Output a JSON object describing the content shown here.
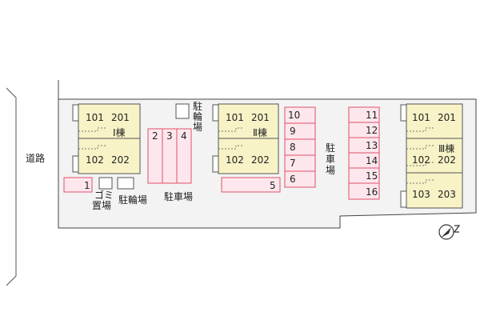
{
  "road_label": "道路",
  "buildings": [
    {
      "name": "Ⅰ棟",
      "rows": [
        {
          "unit_a": "101",
          "unit_b": "201"
        },
        {
          "unit_a": "102",
          "unit_b": "202"
        }
      ]
    },
    {
      "name": "Ⅱ棟",
      "rows": [
        {
          "unit_a": "101",
          "unit_b": "201"
        },
        {
          "unit_a": "102",
          "unit_b": "202"
        }
      ]
    },
    {
      "name": "Ⅲ棟",
      "rows": [
        {
          "unit_a": "101",
          "unit_b": "201"
        },
        {
          "unit_a": "102",
          "unit_b": "202"
        },
        {
          "unit_a": "103",
          "unit_b": "203"
        }
      ]
    }
  ],
  "parking": {
    "label_horizontal": "駐車場",
    "label_vertical": [
      "駐",
      "車",
      "場"
    ],
    "slots": {
      "s1": "1",
      "s2": "2",
      "s3": "3",
      "s4": "4",
      "s5": "5",
      "s6": "6",
      "s7": "7",
      "s8": "8",
      "s9": "9",
      "s10": "10",
      "s11": "11",
      "s12": "12",
      "s13": "13",
      "s14": "14",
      "s15": "15",
      "s16": "16"
    }
  },
  "bicycle_parking": {
    "label_horizontal": "駐輪場",
    "label_vertical": [
      "駐",
      "輪",
      "場"
    ]
  },
  "garbage": {
    "label_line1": "ゴミ",
    "label_line2": "置場"
  },
  "colors": {
    "building_fill": "#f7f3c6",
    "parking_stroke": "#e0506a",
    "parking_fill": "#fde7ec",
    "site_fill": "#f3f3f3"
  },
  "north_icon": "north-arrow-icon"
}
